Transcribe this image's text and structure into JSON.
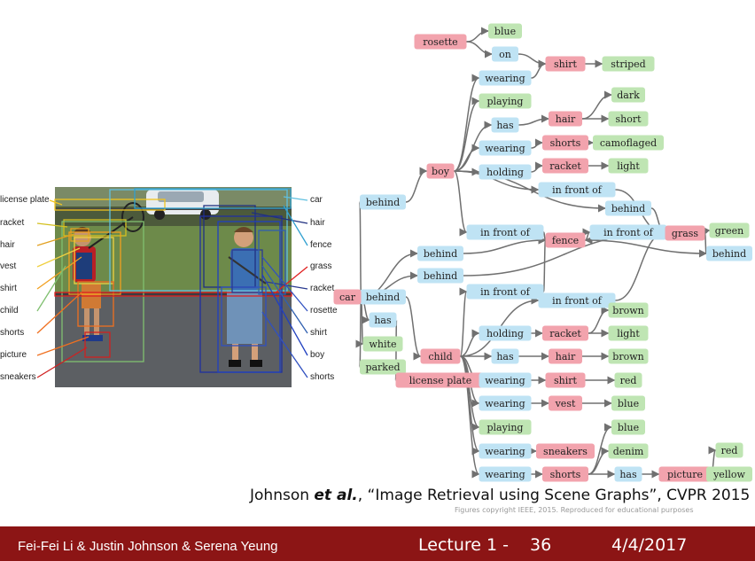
{
  "colors": {
    "object": "#f2a3ad",
    "relation": "#bfe3f4",
    "attribute": "#bfe5b3",
    "edge": "#707070",
    "footer": "#8c1515"
  },
  "photo": {
    "left_labels": [
      "license plate",
      "racket",
      "hair",
      "vest",
      "shirt",
      "child",
      "shorts",
      "picture",
      "sneakers"
    ],
    "right_labels": [
      "car",
      "hair",
      "fence",
      "grass",
      "racket",
      "rosette",
      "shirt",
      "boy",
      "shorts"
    ]
  },
  "graph": {
    "nodes": [
      {
        "id": "rosette",
        "label": "rosette",
        "type": "object"
      },
      {
        "id": "blue1",
        "label": "blue",
        "type": "attribute"
      },
      {
        "id": "on",
        "label": "on",
        "type": "relation"
      },
      {
        "id": "shirt1",
        "label": "shirt",
        "type": "object"
      },
      {
        "id": "striped",
        "label": "striped",
        "type": "attribute"
      },
      {
        "id": "wearing1",
        "label": "wearing",
        "type": "relation"
      },
      {
        "id": "playing1",
        "label": "playing",
        "type": "attribute"
      },
      {
        "id": "dark",
        "label": "dark",
        "type": "attribute"
      },
      {
        "id": "has1",
        "label": "has",
        "type": "relation"
      },
      {
        "id": "hair1",
        "label": "hair",
        "type": "object"
      },
      {
        "id": "short",
        "label": "short",
        "type": "attribute"
      },
      {
        "id": "wearing2",
        "label": "wearing",
        "type": "relation"
      },
      {
        "id": "shorts1",
        "label": "shorts",
        "type": "object"
      },
      {
        "id": "camoflaged",
        "label": "camoflaged",
        "type": "attribute"
      },
      {
        "id": "boy",
        "label": "boy",
        "type": "object"
      },
      {
        "id": "holding1",
        "label": "holding",
        "type": "relation"
      },
      {
        "id": "racket1",
        "label": "racket",
        "type": "object"
      },
      {
        "id": "light1",
        "label": "light",
        "type": "attribute"
      },
      {
        "id": "infrontof1",
        "label": "in front of",
        "type": "relation"
      },
      {
        "id": "behind1",
        "label": "behind",
        "type": "relation"
      },
      {
        "id": "behind2",
        "label": "behind",
        "type": "relation"
      },
      {
        "id": "infrontof2",
        "label": "in front of",
        "type": "relation"
      },
      {
        "id": "fence",
        "label": "fence",
        "type": "object"
      },
      {
        "id": "infrontof3",
        "label": "in front of",
        "type": "relation"
      },
      {
        "id": "grass",
        "label": "grass",
        "type": "object"
      },
      {
        "id": "green",
        "label": "green",
        "type": "attribute"
      },
      {
        "id": "behind3",
        "label": "behind",
        "type": "relation"
      },
      {
        "id": "behind4",
        "label": "behind",
        "type": "relation"
      },
      {
        "id": "behind5",
        "label": "behind",
        "type": "relation"
      },
      {
        "id": "behind6",
        "label": "behind",
        "type": "relation"
      },
      {
        "id": "car",
        "label": "car",
        "type": "object"
      },
      {
        "id": "infrontof4",
        "label": "in front of",
        "type": "relation"
      },
      {
        "id": "infrontof5",
        "label": "in front of",
        "type": "relation"
      },
      {
        "id": "has2",
        "label": "has",
        "type": "relation"
      },
      {
        "id": "white",
        "label": "white",
        "type": "attribute"
      },
      {
        "id": "parked",
        "label": "parked",
        "type": "attribute"
      },
      {
        "id": "child",
        "label": "child",
        "type": "object"
      },
      {
        "id": "licenseplate",
        "label": "license plate",
        "type": "object"
      },
      {
        "id": "brown1",
        "label": "brown",
        "type": "attribute"
      },
      {
        "id": "holding2",
        "label": "holding",
        "type": "relation"
      },
      {
        "id": "racket2",
        "label": "racket",
        "type": "object"
      },
      {
        "id": "light2",
        "label": "light",
        "type": "attribute"
      },
      {
        "id": "has3",
        "label": "has",
        "type": "relation"
      },
      {
        "id": "hair2",
        "label": "hair",
        "type": "object"
      },
      {
        "id": "brown2",
        "label": "brown",
        "type": "attribute"
      },
      {
        "id": "wearing3",
        "label": "wearing",
        "type": "relation"
      },
      {
        "id": "shirt2",
        "label": "shirt",
        "type": "object"
      },
      {
        "id": "red1",
        "label": "red",
        "type": "attribute"
      },
      {
        "id": "wearing4",
        "label": "wearing",
        "type": "relation"
      },
      {
        "id": "vest",
        "label": "vest",
        "type": "object"
      },
      {
        "id": "blue2",
        "label": "blue",
        "type": "attribute"
      },
      {
        "id": "playing2",
        "label": "playing",
        "type": "attribute"
      },
      {
        "id": "blue3",
        "label": "blue",
        "type": "attribute"
      },
      {
        "id": "wearing5",
        "label": "wearing",
        "type": "relation"
      },
      {
        "id": "sneakers",
        "label": "sneakers",
        "type": "object"
      },
      {
        "id": "denim",
        "label": "denim",
        "type": "attribute"
      },
      {
        "id": "red2",
        "label": "red",
        "type": "attribute"
      },
      {
        "id": "wearing6",
        "label": "wearing",
        "type": "relation"
      },
      {
        "id": "shorts2",
        "label": "shorts",
        "type": "object"
      },
      {
        "id": "has4",
        "label": "has",
        "type": "relation"
      },
      {
        "id": "picture",
        "label": "picture",
        "type": "object"
      },
      {
        "id": "yellow",
        "label": "yellow",
        "type": "attribute"
      }
    ],
    "edges": [
      [
        "rosette",
        "blue1"
      ],
      [
        "rosette",
        "on"
      ],
      [
        "on",
        "shirt1"
      ],
      [
        "shirt1",
        "striped"
      ],
      [
        "boy",
        "wearing1"
      ],
      [
        "wearing1",
        "shirt1"
      ],
      [
        "boy",
        "playing1"
      ],
      [
        "boy",
        "has1"
      ],
      [
        "has1",
        "hair1"
      ],
      [
        "hair1",
        "dark"
      ],
      [
        "hair1",
        "short"
      ],
      [
        "boy",
        "wearing2"
      ],
      [
        "wearing2",
        "shorts1"
      ],
      [
        "shorts1",
        "camoflaged"
      ],
      [
        "boy",
        "holding1"
      ],
      [
        "holding1",
        "racket1"
      ],
      [
        "racket1",
        "light1"
      ],
      [
        "boy",
        "infrontof1"
      ],
      [
        "infrontof1",
        "grass"
      ],
      [
        "boy",
        "behind1"
      ],
      [
        "behind1",
        "grass"
      ],
      [
        "boy",
        "infrontof2"
      ],
      [
        "infrontof2",
        "fence"
      ],
      [
        "fence",
        "infrontof3"
      ],
      [
        "infrontof3",
        "grass"
      ],
      [
        "grass",
        "green"
      ],
      [
        "grass",
        "behind3"
      ],
      [
        "behind3",
        "fence"
      ],
      [
        "car",
        "behind4"
      ],
      [
        "behind4",
        "boy"
      ],
      [
        "car",
        "behind5"
      ],
      [
        "behind5",
        "fence"
      ],
      [
        "car",
        "behind6"
      ],
      [
        "behind6",
        "grass"
      ],
      [
        "car",
        "behind2"
      ],
      [
        "behind2",
        "child"
      ],
      [
        "car",
        "has2"
      ],
      [
        "has2",
        "licenseplate"
      ],
      [
        "car",
        "white"
      ],
      [
        "car",
        "parked"
      ],
      [
        "child",
        "infrontof4"
      ],
      [
        "infrontof4",
        "fence"
      ],
      [
        "child",
        "infrontof5"
      ],
      [
        "infrontof5",
        "grass"
      ],
      [
        "child",
        "holding2"
      ],
      [
        "holding2",
        "racket2"
      ],
      [
        "racket2",
        "light2"
      ],
      [
        "racket2",
        "brown1"
      ],
      [
        "child",
        "has3"
      ],
      [
        "has3",
        "hair2"
      ],
      [
        "hair2",
        "brown2"
      ],
      [
        "child",
        "wearing3"
      ],
      [
        "wearing3",
        "shirt2"
      ],
      [
        "shirt2",
        "red1"
      ],
      [
        "child",
        "wearing4"
      ],
      [
        "wearing4",
        "vest"
      ],
      [
        "vest",
        "blue2"
      ],
      [
        "child",
        "playing2"
      ],
      [
        "child",
        "wearing5"
      ],
      [
        "wearing5",
        "sneakers"
      ],
      [
        "child",
        "wearing6"
      ],
      [
        "wearing6",
        "shorts2"
      ],
      [
        "shorts2",
        "blue3"
      ],
      [
        "shorts2",
        "denim"
      ],
      [
        "shorts2",
        "has4"
      ],
      [
        "has4",
        "picture"
      ],
      [
        "picture",
        "red2"
      ],
      [
        "picture",
        "yellow"
      ]
    ]
  },
  "citation": {
    "authors": "Johnson",
    "etal": "et al.",
    "rest": ", “Image Retrieval using Scene Graphs”, CVPR 2015",
    "copyright": "Figures copyright IEEE, 2015. Reproduced for educational purposes"
  },
  "footer": {
    "names": "Fei-Fei Li & Justin Johnson & Serena Yeung",
    "lecture": "Lecture 1 -",
    "number": "36",
    "date": "4/4/2017"
  }
}
